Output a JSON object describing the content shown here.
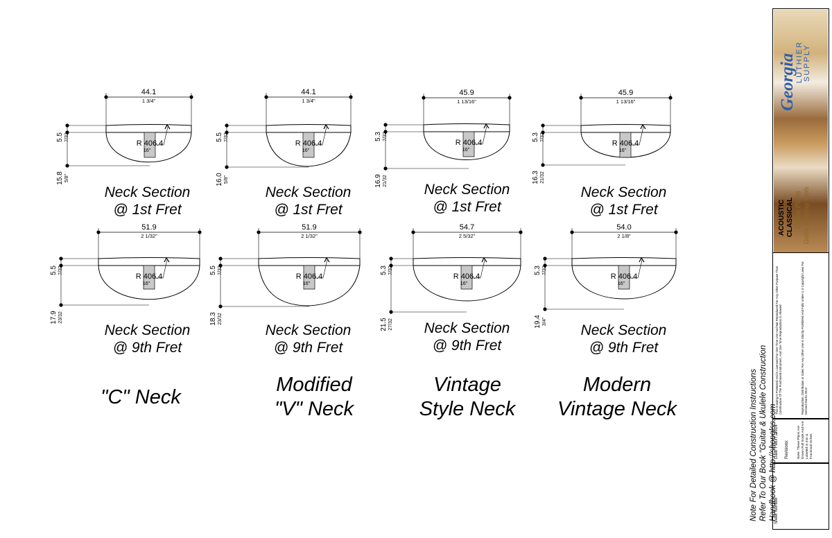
{
  "sections": [
    {
      "width_mm": "44.1",
      "width_in": "1 3/4\"",
      "top_mm": "5.5",
      "top_in": "7/32",
      "depth_mm": "15.8",
      "depth_in": "5/8\"",
      "radius": "R 406.4",
      "radius_in": "16\"",
      "shape": "C",
      "label_line1": "Neck Section",
      "label_line2": "@ 1st Fret"
    },
    {
      "width_mm": "44.1",
      "width_in": "1 3/4\"",
      "top_mm": "5.5",
      "top_in": "7/32",
      "depth_mm": "16.0",
      "depth_in": "5/8\"",
      "radius": "R 406.4",
      "radius_in": "16\"",
      "shape": "V",
      "label_line1": "Neck Section",
      "label_line2": "@ 1st Fret"
    },
    {
      "width_mm": "45.9",
      "width_in": "1 13/16\"",
      "top_mm": "5.3",
      "top_in": "7/32",
      "depth_mm": "16.9",
      "depth_in": "21/32",
      "radius": "R 406.4",
      "radius_in": "16\"",
      "shape": "U",
      "label_line1": "Neck Section",
      "label_line2": "@ 1st Fret"
    },
    {
      "width_mm": "45.9",
      "width_in": "1 13/16\"",
      "top_mm": "5.3",
      "top_in": "7/32",
      "depth_mm": "16.3",
      "depth_in": "21/32",
      "radius": "R 406.4",
      "radius_in": "16\"",
      "shape": "U",
      "label_line1": "Neck Section",
      "label_line2": "@ 1st Fret"
    },
    {
      "width_mm": "51.9",
      "width_in": "2 1/32\"",
      "top_mm": "5.5",
      "top_in": "7/32",
      "depth_mm": "17.9",
      "depth_in": "23/32",
      "radius": "R 406.4",
      "radius_in": "16\"",
      "shape": "C",
      "label_line1": "Neck Section",
      "label_line2": "@ 9th Fret"
    },
    {
      "width_mm": "51.9",
      "width_in": "2 1/32\"",
      "top_mm": "5.5",
      "top_in": "7/32",
      "depth_mm": "18.3",
      "depth_in": "23/32",
      "radius": "R 406.4",
      "radius_in": "16\"",
      "shape": "V",
      "label_line1": "Neck Section",
      "label_line2": "@ 9th Fret"
    },
    {
      "width_mm": "54.7",
      "width_in": "2 5/32\"",
      "top_mm": "5.3",
      "top_in": "7/32",
      "depth_mm": "21.5",
      "depth_in": "27/32",
      "radius": "R 406.4",
      "radius_in": "16\"",
      "shape": "U",
      "label_line1": "Neck Section",
      "label_line2": "@ 9th Fret"
    },
    {
      "width_mm": "54.0",
      "width_in": "2 1/8\"",
      "top_mm": "5.3",
      "top_in": "7/32",
      "depth_mm": "19.4",
      "depth_in": "3/4\"",
      "radius": "R 406.4",
      "radius_in": "16\"",
      "shape": "U",
      "label_line1": "Neck Section",
      "label_line2": "@ 9th Fret"
    }
  ],
  "neck_types": [
    {
      "line1": "\"C\" Neck",
      "line2": ""
    },
    {
      "line1": "Modified",
      "line2": "\"V\" Neck"
    },
    {
      "line1": "Vintage",
      "line2": "Style Neck"
    },
    {
      "line1": "Modern",
      "line2": "Vintage Neck"
    }
  ],
  "note": {
    "line1": "Note For Detailed Construction Instructions",
    "line2": "Refer To Our Book \"Guitar & Ukulele Construction",
    "line3": "Handbook @ http://shopglss.com"
  },
  "title_block": {
    "logo_line1": "Georgia",
    "logo_line2": "LUTHIER",
    "logo_line3": "SUPPLY",
    "logo_acoustic": "ACOUSTIC",
    "logo_classical": "CLASSICAL",
    "logo_plans": "Guitar Plans",
    "logo_tools": "Guitar Building Tools",
    "copyright": "This Drawing Is Protected And Is Licensed For One Time Use And Not Reproduced For Any Other Purpose Than Construction Of The Purchased Instrument, And One Time Reproduction Is Allowed",
    "copyright2": "Reproduction, Distribution or Sales For Any Other Use Is Strictly Prohibited And Falls Under U.S Copyright Laws For Derived Works 2013",
    "date": "Date: Feb. 7, 2014",
    "revisions": "Revisions:",
    "units_note": "Note: These Plans Are Drawn Full Scale And Are Labeled In mm & Fractional Inches",
    "sheet_number": "Sheet Number"
  },
  "colors": {
    "line": "#000000",
    "rod": "#c8c8c8",
    "logo_blue": "#2e5fa8",
    "logo_gold": "#c9a24a"
  }
}
